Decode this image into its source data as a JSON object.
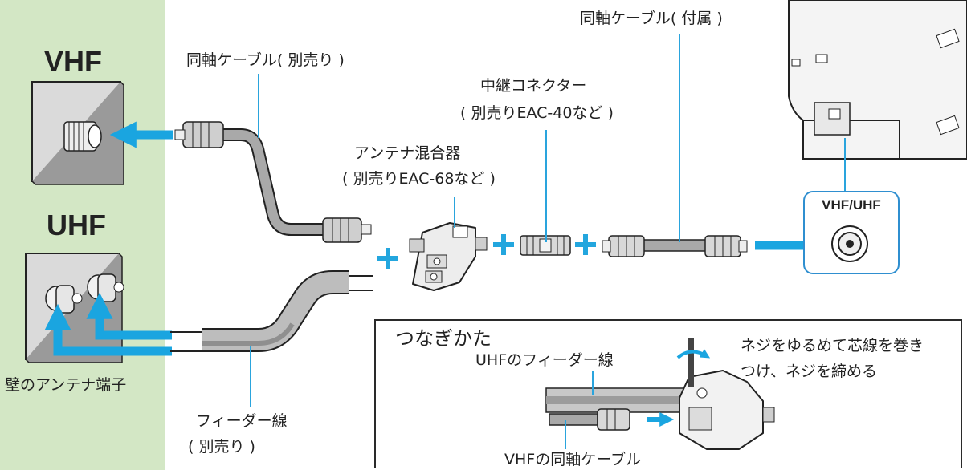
{
  "wall": {
    "vhf_title": "VHF",
    "uhf_title": "UHF",
    "terminal_label": "壁のアンテナ端子"
  },
  "labels": {
    "coax_sold_separately": "同軸ケーブル(  別売り  )",
    "coax_supplied": "同軸ケーブル(  付属  )",
    "connector_line1": "中継コネクター",
    "connector_line2": "(  別売りEAC-40など  )",
    "mixer_line1": "アンテナ混合器",
    "mixer_line2": "(  別売りEAC-68など  )",
    "feeder_line1": "フィーダー線",
    "feeder_line2": "(  別売り  )",
    "port": "VHF/UHF"
  },
  "inset": {
    "title": "つなぎかた",
    "uhf_feeder": "UHFのフィーダー線",
    "instruction_line1": "ネジをゆるめて芯線を巻き",
    "instruction_line2": "つけ、ネジを締める",
    "vhf_coax": "VHFの同軸ケーブル"
  },
  "colors": {
    "wall_panel": "#d3e7c5",
    "arrow_blue": "#1aa5e0",
    "plus_blue": "#23a6de",
    "cable_gray": "#a9a9a9"
  }
}
